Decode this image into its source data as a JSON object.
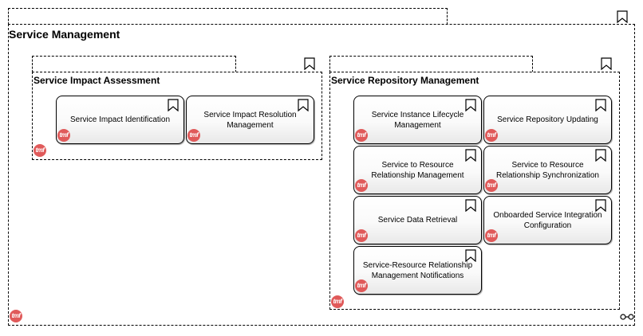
{
  "diagram": {
    "root": {
      "title": "Service Management",
      "logo": "tmf"
    },
    "groups": [
      {
        "id": "impact",
        "title": "Service Impact Assessment",
        "logo": "tmf",
        "functions": [
          {
            "label": "Service Impact Identification",
            "logo": "tmf"
          },
          {
            "label": "Service Impact Resolution Management",
            "logo": "tmf"
          }
        ]
      },
      {
        "id": "repository",
        "title": "Service Repository Management",
        "logo": "tmf",
        "functions": [
          {
            "label": "Service Instance Lifecycle Management",
            "logo": "tmf"
          },
          {
            "label": "Service Repository Updating",
            "logo": "tmf"
          },
          {
            "label": "Service to Resource Relationship Management",
            "logo": "tmf"
          },
          {
            "label": "Service to Resource Relationship Synchronization",
            "logo": "tmf"
          },
          {
            "label": "Service Data Retrieval",
            "logo": "tmf"
          },
          {
            "label": "Onboarded Service Integration Configuration",
            "logo": "tmf"
          },
          {
            "label": "Service-Resource Relationship Management Notifications",
            "logo": "tmf"
          }
        ]
      }
    ],
    "icons": {
      "group": "bookmark-icon",
      "function": "bookmark-icon",
      "logo": "tmf-logo-icon",
      "link": "link-icon"
    },
    "colors": {
      "logo": "#e05a5a",
      "box_fill": "#ffffff",
      "border": "#000000"
    }
  }
}
